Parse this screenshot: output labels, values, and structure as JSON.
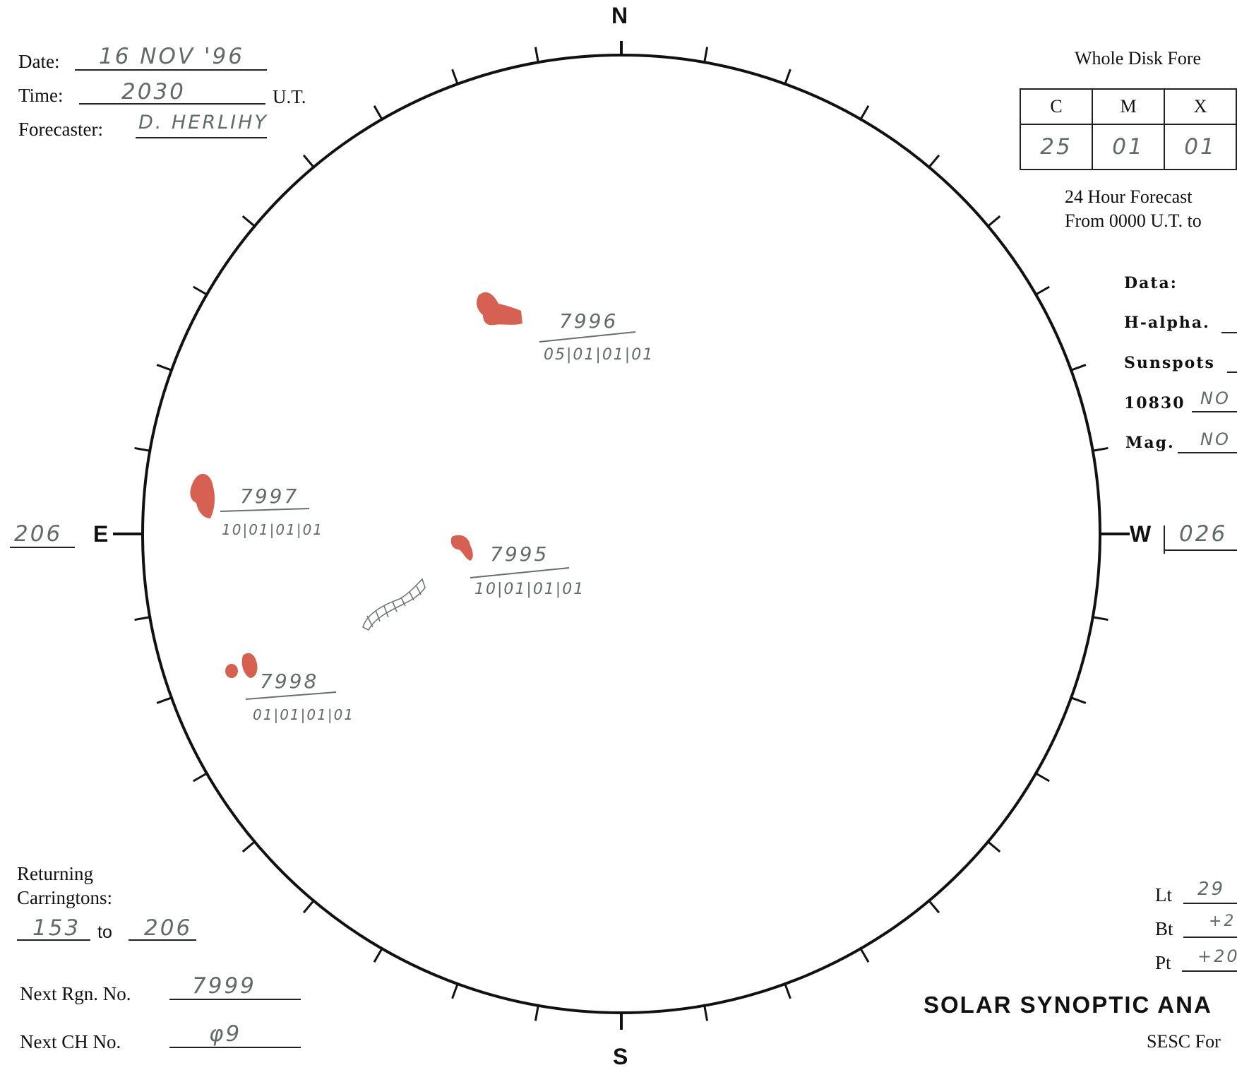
{
  "header": {
    "date_label": "Date:",
    "date_value": "16 NOV '96",
    "time_label": "Time:",
    "time_value": "2030",
    "time_unit": "U.T.",
    "forecaster_label": "Forecaster:",
    "forecaster_value": "D. HERLIHY"
  },
  "compass": {
    "north": "N",
    "south": "S",
    "east": "E",
    "west": "W"
  },
  "limbs": {
    "east_value": "206",
    "west_value": "026"
  },
  "forecast": {
    "title": "Whole Disk Fore",
    "columns": [
      "C",
      "M",
      "X"
    ],
    "values": [
      "25",
      "01",
      "01"
    ],
    "period_line1": "24 Hour Forecast",
    "period_line2": "From 0000 U.T. to"
  },
  "data_section": {
    "heading": "Data:",
    "rows": [
      {
        "label": "H-alpha.",
        "value": ""
      },
      {
        "label": "Sunspots",
        "value": ""
      },
      {
        "label": "10830",
        "value": "NO"
      },
      {
        "label": "Mag.",
        "value": "NO"
      }
    ]
  },
  "regions": [
    {
      "number": "7996",
      "code": "05|01|01|01"
    },
    {
      "number": "7997",
      "code": "10|01|01|01"
    },
    {
      "number": "7995",
      "code": "10|01|01|01"
    },
    {
      "number": "7998",
      "code": "01|01|01|01"
    }
  ],
  "carrington": {
    "label_line1": "Returning",
    "label_line2": "Carringtons:",
    "from": "153",
    "to_label": "to",
    "to": "206"
  },
  "next": {
    "rgn_label": "Next Rgn. No.",
    "rgn_value": "7999",
    "ch_label": "Next CH No.",
    "ch_value": "φ9"
  },
  "orientation": {
    "lt_label": "Lt",
    "lt_value": "29",
    "bt_label": "Bt",
    "bt_value": "+2",
    "pt_label": "Pt",
    "pt_value": "+20"
  },
  "footer": {
    "title": "SOLAR SYNOPTIC ANA",
    "subtitle": "SESC For"
  },
  "colors": {
    "region": "#d2503f",
    "pencil": "#606a66",
    "ink": "#111111"
  }
}
